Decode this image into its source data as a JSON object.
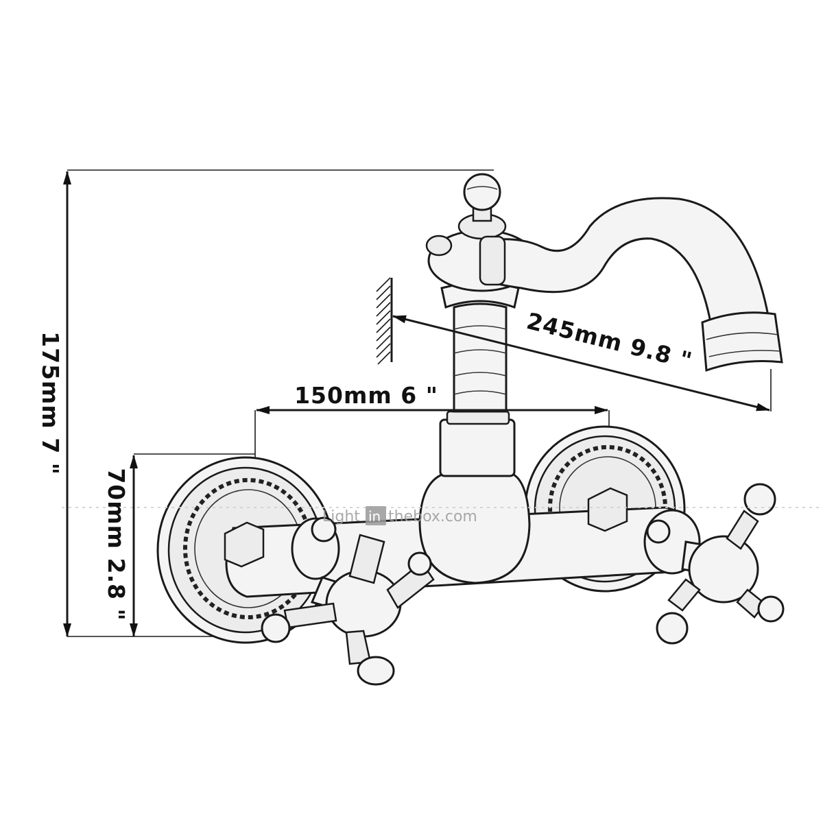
{
  "dimensions": {
    "height": "175mm 7 \"",
    "reach": "245mm 9.8 \"",
    "spacing": "150mm 6 \"",
    "plate_height": "70mm 2.8 \""
  },
  "watermark": {
    "text": "Lightinthebox.com",
    "color": "#9a9a9a"
  },
  "colors": {
    "line": "#1a1a1a",
    "background": "#ffffff"
  }
}
